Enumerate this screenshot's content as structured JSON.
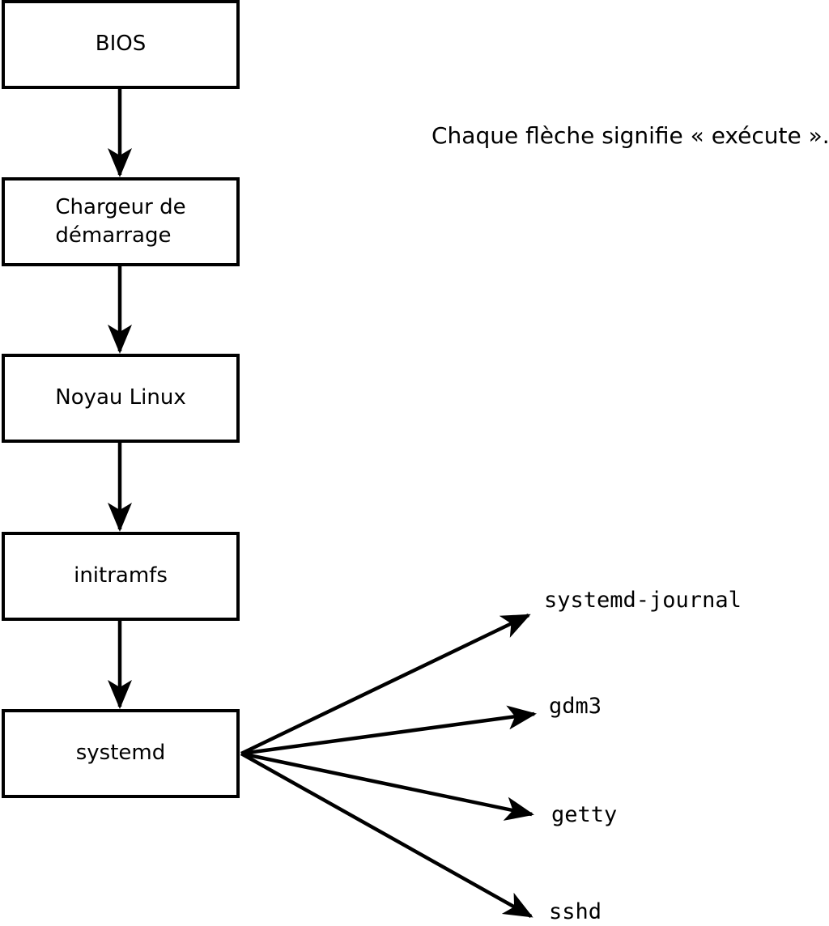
{
  "diagram": {
    "title_hint": "Linux boot sequence (French)",
    "annotation": "Chaque flèche signifie « exécute ».",
    "colors": {
      "background": "#ffffff",
      "line": "#000000",
      "text": "#000000"
    },
    "boxes": [
      {
        "id": "bios",
        "label": "BIOS"
      },
      {
        "id": "bootloader",
        "label": "Chargeur de\ndémarrage"
      },
      {
        "id": "kernel",
        "label": "Noyau Linux"
      },
      {
        "id": "initramfs",
        "label": "initramfs"
      },
      {
        "id": "systemd",
        "label": "systemd"
      }
    ],
    "processes": [
      {
        "id": "systemd-journal",
        "label": "systemd-journal"
      },
      {
        "id": "gdm3",
        "label": "gdm3"
      },
      {
        "id": "getty",
        "label": "getty"
      },
      {
        "id": "sshd",
        "label": "sshd"
      }
    ]
  }
}
